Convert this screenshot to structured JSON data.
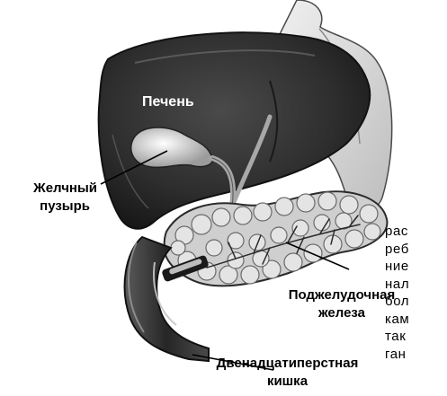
{
  "labels": {
    "liver": "Печень",
    "gallbladder_line1": "Желчный",
    "gallbladder_line2": "пузырь",
    "pancreas_line1": "Поджелудочная",
    "pancreas_line2": "железа",
    "duodenum_line1": "Двенадцатиперстная",
    "duodenum_line2": "кишка"
  },
  "side_text_lines": [
    "рас",
    "реб",
    "ние",
    "нал",
    "бол",
    "кам",
    "так",
    "ган"
  ],
  "colors": {
    "liver": "#2e2e2e",
    "stomach": "#e4e4e4",
    "gallbladder": "#d8d8d8",
    "pancreas": "#cfcfcf",
    "duodenum": "#2a2a2a"
  }
}
